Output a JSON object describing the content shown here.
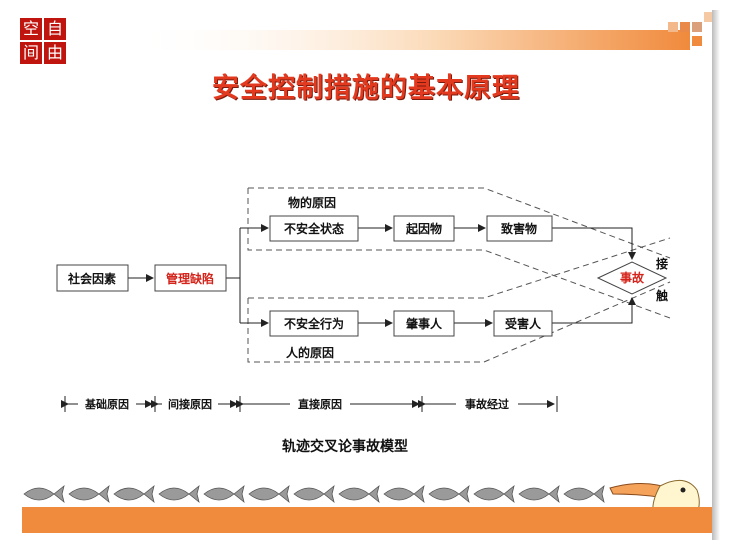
{
  "logo": {
    "chars": [
      "空",
      "自",
      "间",
      "由"
    ]
  },
  "title": "安全控制措施的基本原理",
  "diagram": {
    "social": "社会因素",
    "mgmt": "管理缺陷",
    "thing_cause": "物的原因",
    "unsafe_state": "不安全状态",
    "cause_obj": "起因物",
    "harm_obj": "致害物",
    "accident": "事故",
    "contact_top": "接",
    "contact_bottom": "触",
    "unsafe_act": "不安全行为",
    "perp": "肇事人",
    "victim": "受害人",
    "human_cause": "人的原因",
    "stages": [
      "基础原因",
      "间接原因",
      "直接原因",
      "事故经过"
    ],
    "caption": "轨迹交叉论事故模型"
  },
  "colors": {
    "title": "#e33a1f",
    "accent_bar": "#f08a3c",
    "logo_bg": "#c0150f",
    "highlight_text": "#d4231a",
    "box_border": "#444444"
  }
}
